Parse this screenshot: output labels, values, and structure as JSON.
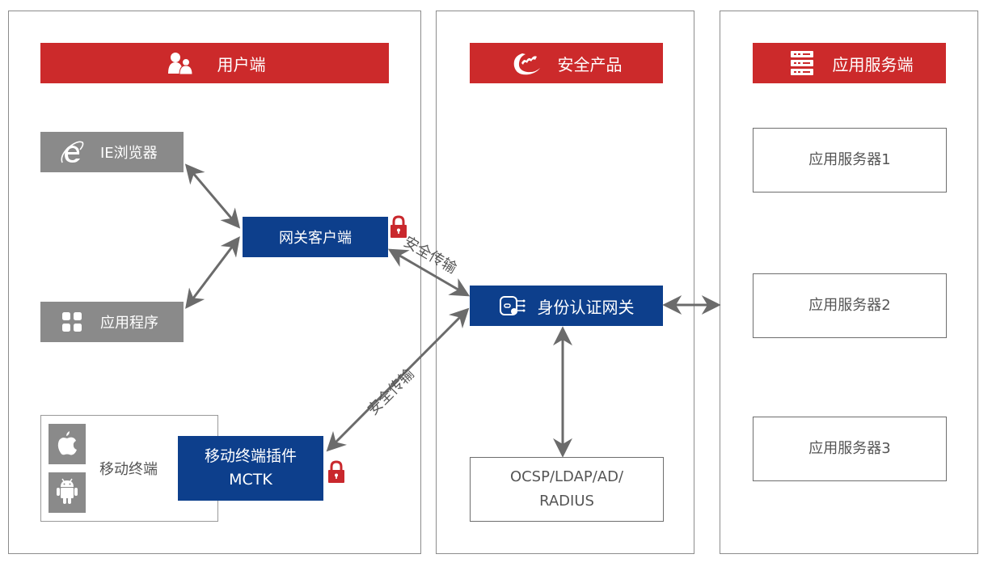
{
  "columns": {
    "user": {
      "title": "用户端",
      "icon": "users-icon"
    },
    "security": {
      "title": "安全产品",
      "icon": "brand-logo-icon"
    },
    "app_server": {
      "title": "应用服务端",
      "icon": "server-rack-icon"
    }
  },
  "user_side": {
    "ie_browser": {
      "label": "IE浏览器",
      "icon": "ie-browser-icon"
    },
    "application": {
      "label": "应用程序",
      "icon": "app-grid-icon"
    },
    "gateway_client": {
      "label": "网关客户端"
    },
    "mobile_terminal": {
      "label": "移动终端",
      "icons": [
        "apple-icon",
        "android-icon"
      ]
    },
    "mobile_plugin": {
      "line1": "移动终端插件",
      "line2": "MCTK"
    }
  },
  "security_side": {
    "auth_gateway": {
      "label": "身份认证网关",
      "icon": "gateway-icon"
    },
    "directory": {
      "line1": "OCSP/LDAP/AD/",
      "line2": "RADIUS"
    }
  },
  "servers": [
    {
      "label": "应用服务器1"
    },
    {
      "label": "应用服务器2"
    },
    {
      "label": "应用服务器3"
    }
  ],
  "connections": {
    "secure_transfer_label_1": "安全传输",
    "secure_transfer_label_2": "安全传输"
  },
  "colors": {
    "header_red": "#cc2a2b",
    "node_blue": "#0d3f8c",
    "node_gray": "#8a8a8a",
    "arrow_gray": "#6b6b6b",
    "lock_red": "#c9282d"
  }
}
